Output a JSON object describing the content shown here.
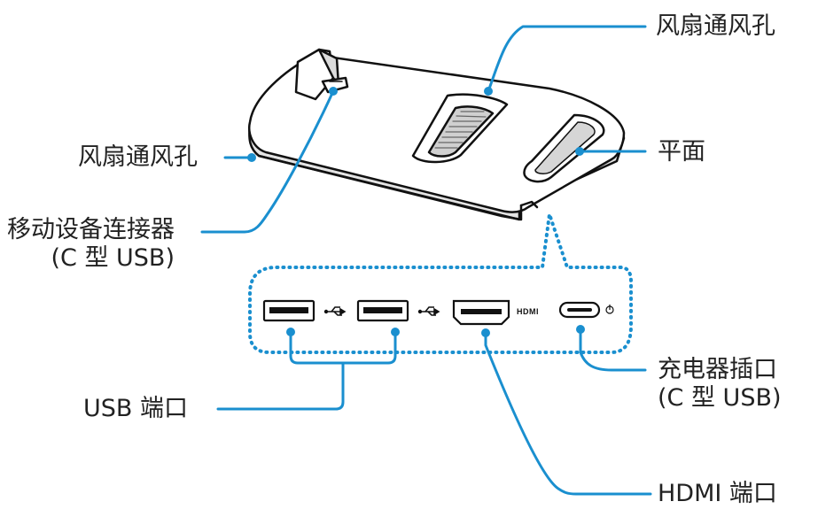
{
  "labels": {
    "fan_vent_top": "风扇通风孔",
    "fan_vent_left": "风扇通风孔",
    "flat_surface": "平面",
    "mobile_connector_line1": "移动设备连接器",
    "mobile_connector_line2": "(C 型 USB)",
    "usb_ports": "USB 端口",
    "charger_socket_line1": "充电器插口",
    "charger_socket_line2": "(C 型 USB)",
    "hdmi_port": "HDMI 端口",
    "hdmi_logo": "HDMI"
  },
  "colors": {
    "callout": "#1a8fcf",
    "outline": "#111111",
    "body_fill": "#ffffff",
    "shade_fill": "#cfcfcf",
    "text": "#222222"
  }
}
